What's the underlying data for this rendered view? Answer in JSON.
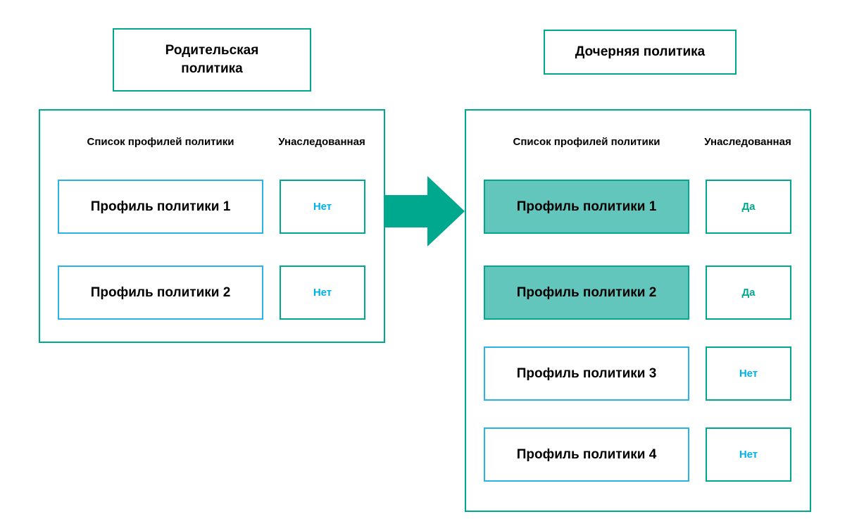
{
  "colors": {
    "teal_border": "#00A88E",
    "teal_fill": "#62C6BC",
    "blue_border": "#29B3E8",
    "no_text": "#00B0E8",
    "yes_text": "#00A88E"
  },
  "parent": {
    "title": "Родительская политика",
    "col_profiles": "Список профилей политики",
    "col_inherited": "Унаследованная",
    "rows": [
      {
        "profile": "Профиль политики 1",
        "inherited": "Нет",
        "highlighted": false
      },
      {
        "profile": "Профиль политики 2",
        "inherited": "Нет",
        "highlighted": false
      }
    ]
  },
  "child": {
    "title": "Дочерняя политика",
    "col_profiles": "Список профилей политики",
    "col_inherited": "Унаследованная",
    "rows": [
      {
        "profile": "Профиль политики 1",
        "inherited": "Да",
        "highlighted": true
      },
      {
        "profile": "Профиль политики 2",
        "inherited": "Да",
        "highlighted": true
      },
      {
        "profile": "Профиль политики 3",
        "inherited": "Нет",
        "highlighted": false
      },
      {
        "profile": "Профиль политики 4",
        "inherited": "Нет",
        "highlighted": false
      }
    ]
  }
}
